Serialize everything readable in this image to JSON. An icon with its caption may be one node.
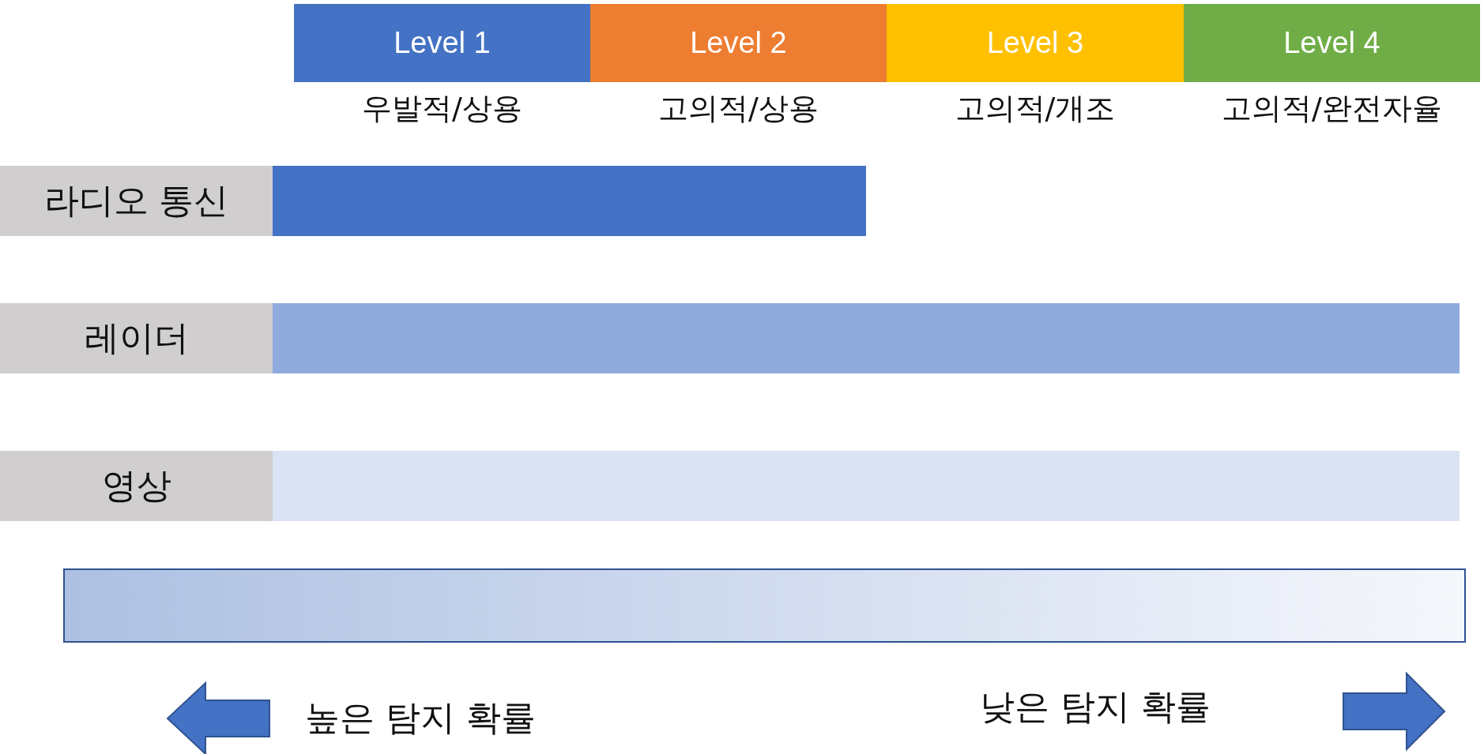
{
  "diagram": {
    "nodes": [
      {
        "text": [
          "Level 1"
        ],
        "beside": [
          "우발적/상용"
        ]
      },
      {
        "text": [
          "Level 2"
        ],
        "beside": [
          "고의적/상용"
        ]
      },
      {
        "text": [
          "Level 3"
        ],
        "beside": [
          "고의적/개조"
        ]
      },
      {
        "text": [
          "Level 4"
        ],
        "beside": [
          "고의적/완전자율"
        ]
      },
      {
        "text": [
          "라디오 통신"
        ]
      },
      {
        "text": [],
        "shape": "bar"
      },
      {
        "text": [
          "레이더"
        ]
      },
      {
        "text": [],
        "shape": "bar"
      },
      {
        "text": [
          "영상"
        ]
      },
      {
        "text": [],
        "shape": "bar"
      },
      {
        "text": [],
        "shape": "bar"
      }
    ],
    "edges": [],
    "labels": [
      "높은 탐지 확률",
      "낮은 탐지 확률"
    ]
  }
}
